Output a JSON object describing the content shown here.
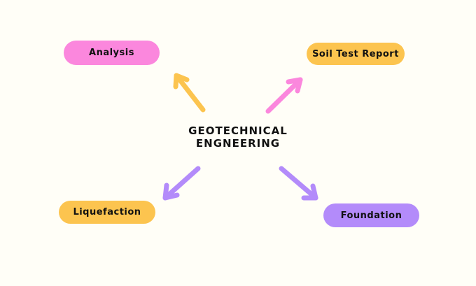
{
  "diagram": {
    "center": {
      "line1": "GEOTECHNICAL",
      "line2": "ENGNEERING"
    },
    "nodes": [
      {
        "id": "analysis",
        "label": "Analysis",
        "color": "#fb87dd"
      },
      {
        "id": "soil",
        "label": "Soil Test Report",
        "color": "#fcc44f"
      },
      {
        "id": "liquefaction",
        "label": "Liquefaction",
        "color": "#fcc44f"
      },
      {
        "id": "foundation",
        "label": "Foundation",
        "color": "#b38bfa"
      }
    ],
    "arrows": [
      {
        "to": "analysis",
        "color": "#fcc44f"
      },
      {
        "to": "soil",
        "color": "#fb87dd"
      },
      {
        "to": "liquefaction",
        "color": "#b38bfa"
      },
      {
        "to": "foundation",
        "color": "#b38bfa"
      }
    ],
    "background": "#fffef7"
  }
}
